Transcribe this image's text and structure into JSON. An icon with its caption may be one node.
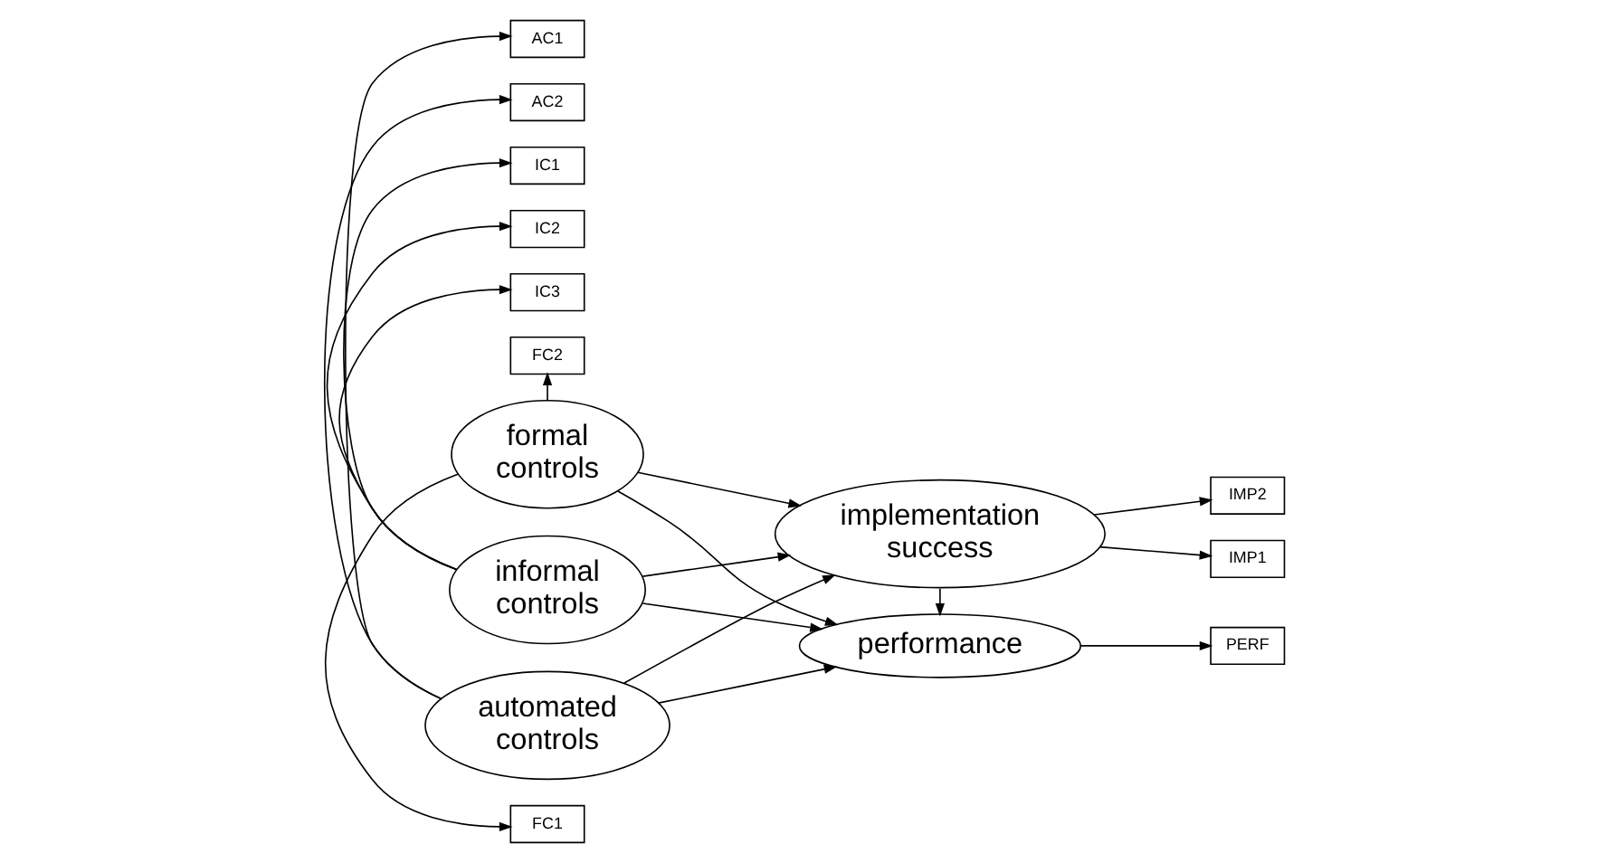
{
  "diagram": {
    "nodes": [
      {
        "text": [
          "FC1"
        ]
      },
      {
        "text": [
          "formal controls"
        ]
      },
      {
        "text": [
          "FC2"
        ]
      },
      {
        "text": [
          "IC1"
        ]
      },
      {
        "text": [
          "implementation success"
        ]
      },
      {
        "text": [
          "IMP1"
        ]
      },
      {
        "text": [
          "IMP2"
        ]
      },
      {
        "text": [
          "IC2"
        ]
      },
      {
        "text": [
          "informal controls"
        ]
      },
      {
        "text": [
          "IC3"
        ]
      },
      {
        "text": [
          "AC1"
        ]
      },
      {
        "text": [
          "automated controls"
        ]
      },
      {
        "text": [
          "performance"
        ]
      },
      {
        "text": [
          "PERF"
        ]
      },
      {
        "text": [
          "AC2"
        ]
      }
    ],
    "edges": [
      {
        "from": 1,
        "to": 0,
        "arrow": "to"
      },
      {
        "from": 1,
        "to": 2,
        "arrow": "to"
      },
      {
        "from": 1,
        "to": 4,
        "arrow": "to"
      },
      {
        "from": 1,
        "to": 12,
        "arrow": "to"
      },
      {
        "from": 8,
        "to": 3,
        "arrow": "to"
      },
      {
        "from": 8,
        "to": 7,
        "arrow": "to"
      },
      {
        "from": 8,
        "to": 9,
        "arrow": "to"
      },
      {
        "from": 8,
        "to": 4,
        "arrow": "to"
      },
      {
        "from": 8,
        "to": 12,
        "arrow": "to"
      },
      {
        "from": 11,
        "to": 10,
        "arrow": "to"
      },
      {
        "from": 11,
        "to": 14,
        "arrow": "to"
      },
      {
        "from": 11,
        "to": 4,
        "arrow": "to"
      },
      {
        "from": 11,
        "to": 12,
        "arrow": "to"
      },
      {
        "from": 4,
        "to": 5,
        "arrow": "to"
      },
      {
        "from": 4,
        "to": 6,
        "arrow": "to"
      },
      {
        "from": 4,
        "to": 12,
        "arrow": "to"
      },
      {
        "from": 12,
        "to": 13,
        "arrow": "to"
      }
    ]
  }
}
